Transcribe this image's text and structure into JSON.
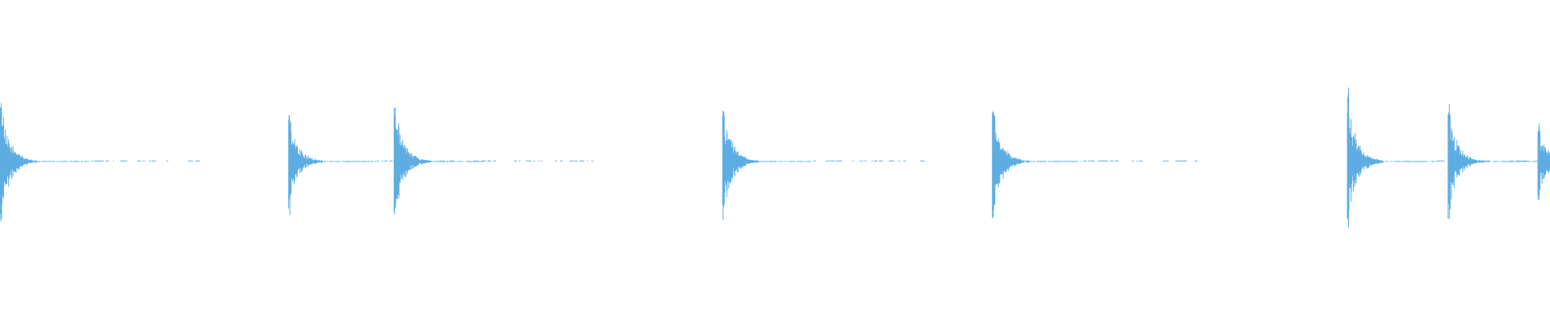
{
  "chart_data": {
    "type": "waveform",
    "color": "#5dade2",
    "background": "#ffffff",
    "ylim": [
      -1,
      1
    ],
    "grid": false,
    "legend": "none",
    "transients": [
      {
        "onset": 0.0,
        "peak": 0.86
      },
      {
        "onset": 0.186,
        "peak": 0.68
      },
      {
        "onset": 0.254,
        "peak": 0.83
      },
      {
        "onset": 0.466,
        "peak": 0.8
      },
      {
        "onset": 0.64,
        "peak": 0.84
      },
      {
        "onset": 0.869,
        "peak": 0.94
      },
      {
        "onset": 0.934,
        "peak": 0.77
      },
      {
        "onset": 0.992,
        "peak": 0.51
      }
    ]
  }
}
